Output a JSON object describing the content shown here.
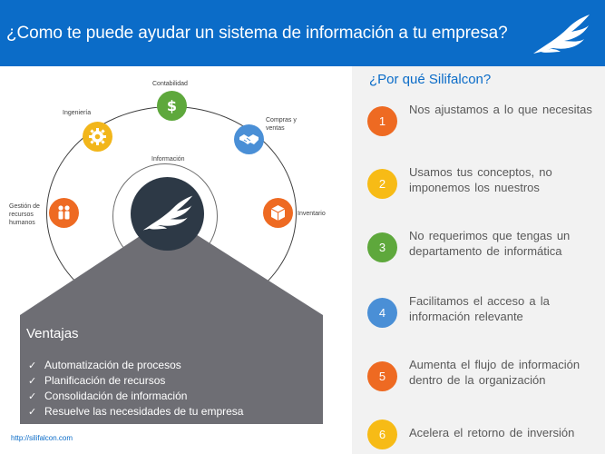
{
  "header": {
    "title": "¿Como te puede ayudar un sistema de información a tu empresa?",
    "background": "#0b6cc8"
  },
  "diagram": {
    "center_label": "Información",
    "nodes": [
      {
        "label": "Contabilidad",
        "icon": "dollar-icon",
        "color": "#5ea83c"
      },
      {
        "label": "Ingeniería",
        "icon": "gear-icon",
        "color": "#f2b61a"
      },
      {
        "label": "Compras y\nventas",
        "icon": "handshake-icon",
        "color": "#4a8fd6"
      },
      {
        "label": "Gestión de\nrecursos\nhumanos",
        "icon": "people-icon",
        "color": "#ee6a22"
      },
      {
        "label": "Inventario",
        "icon": "box-icon",
        "color": "#ee6a22"
      }
    ]
  },
  "advantages": {
    "title": "Ventajas",
    "items": [
      "Automatización de procesos",
      "Planificación de recursos",
      "Consolidación de información",
      "Resuelve las necesidades de tu empresa"
    ]
  },
  "why": {
    "title": "¿Por qué Silifalcon?",
    "reasons": [
      {
        "number": "1",
        "text": "Nos ajustamos a lo que necesitas",
        "color": "#ee6a22"
      },
      {
        "number": "2",
        "text": "Usamos tus conceptos, no imponemos los nuestros",
        "color": "#f7bb16"
      },
      {
        "number": "3",
        "text": "No requerimos que tengas un departamento de informática",
        "color": "#5ea83c"
      },
      {
        "number": "4",
        "text": "Facilitamos el acceso a la información relevante",
        "color": "#4a8fd6"
      },
      {
        "number": "5",
        "text": "Aumenta el flujo de información dentro de la organización",
        "color": "#ee6a22"
      },
      {
        "number": "6",
        "text": "Acelera el retorno de inversión",
        "color": "#f7bb16"
      }
    ]
  },
  "footer": {
    "url": "http://silifalcon.com"
  }
}
